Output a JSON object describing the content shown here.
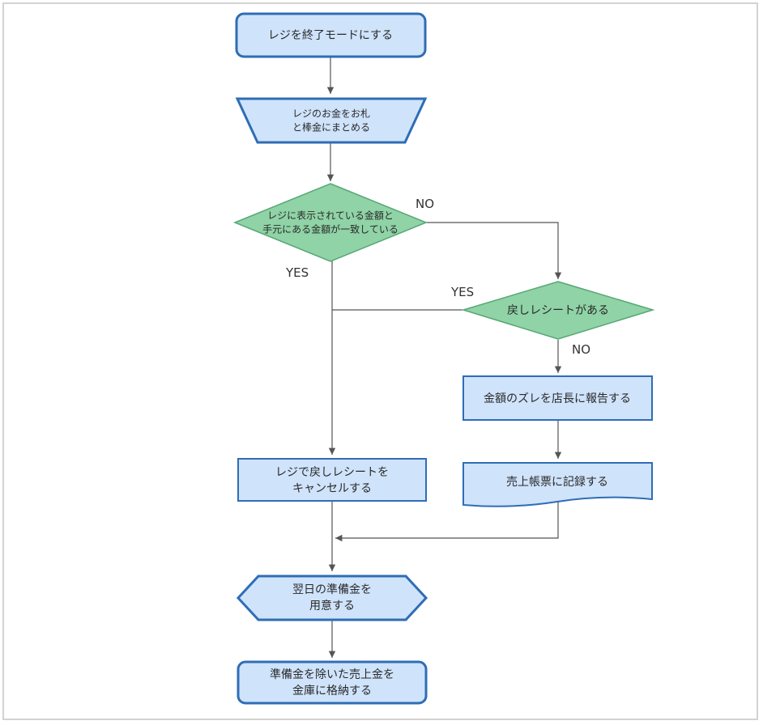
{
  "colors": {
    "process_fill": "#cfe3fb",
    "process_stroke": "#2f6db5",
    "decision_fill": "#8fd3a6",
    "decision_stroke": "#57a774",
    "connector": "#555555",
    "frame": "#d3d3d3"
  },
  "nodes": {
    "start": {
      "text": "レジを終了モードにする"
    },
    "manual_op": {
      "line1": "レジのお金をお札",
      "line2": "と棒金にまとめる"
    },
    "decision_match": {
      "line1": "レジに表示されている金額と",
      "line2": "手元にある金額が一致している"
    },
    "decision_refund": {
      "text": "戻しレシートがある"
    },
    "report": {
      "text": "金額のズレを店長に報告する"
    },
    "record": {
      "text": "売上帳票に記録する"
    },
    "cancel": {
      "line1": "レジで戻しレシートを",
      "line2": "キャンセルする"
    },
    "prepare": {
      "line1": "翌日の準備金を",
      "line2": "用意する"
    },
    "store": {
      "line1": "準備金を除いた売上金を",
      "line2": "金庫に格納する"
    }
  },
  "edges": {
    "match_no": "NO",
    "match_yes": "YES",
    "refund_yes": "YES",
    "refund_no": "NO"
  }
}
